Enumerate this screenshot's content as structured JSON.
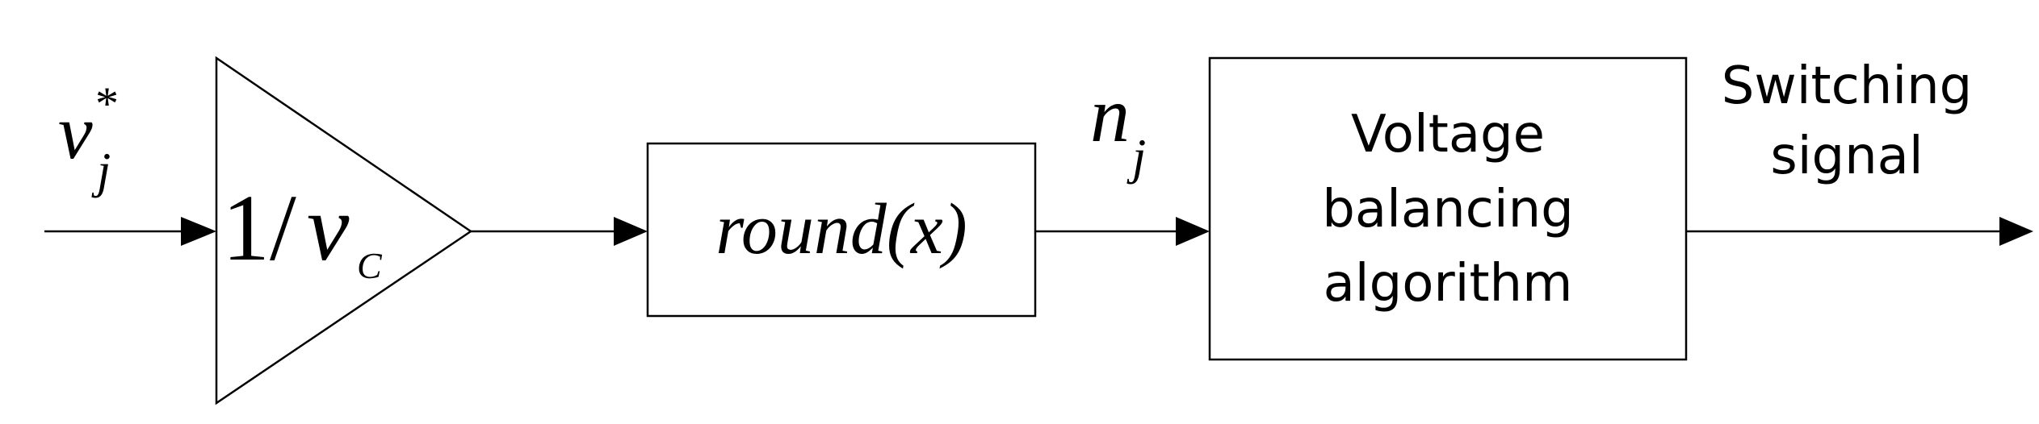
{
  "input_signal": {
    "main": "v",
    "superscript": "*",
    "subscript": "j"
  },
  "gain_block": {
    "prefix": "1/",
    "main": "v",
    "subscript": "C"
  },
  "round_block": {
    "label": "round(x)"
  },
  "intermediate_signal": {
    "main": "n",
    "subscript": "j"
  },
  "balancing_block": {
    "lines": [
      "Voltage",
      "balancing",
      "algorithm"
    ]
  },
  "output_signal": {
    "lines": [
      "Switching",
      "signal"
    ]
  }
}
